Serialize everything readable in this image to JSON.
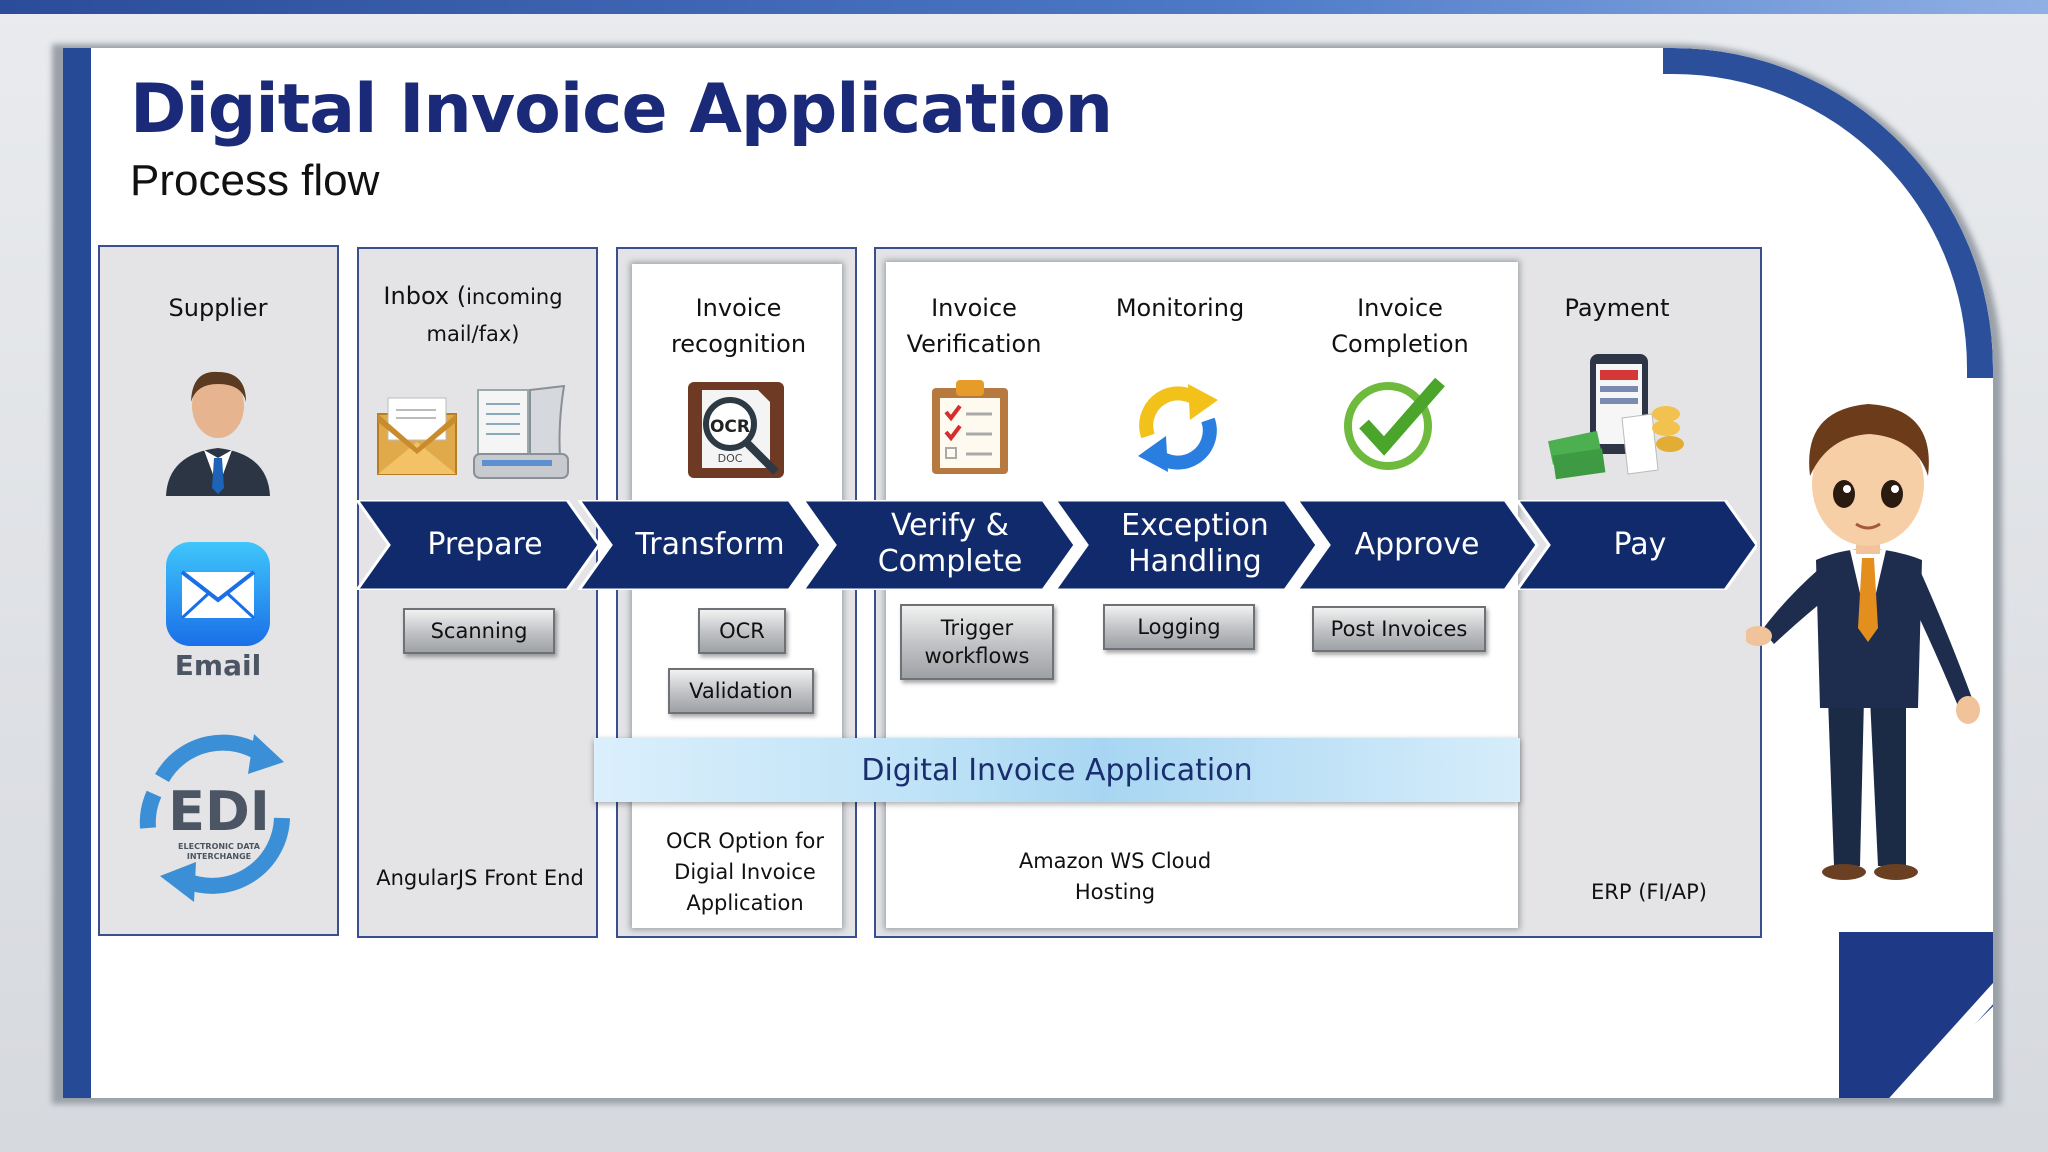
{
  "title": "Digital Invoice Application",
  "subtitle": "Process flow",
  "columns": {
    "supplier": {
      "title": "Supplier",
      "email_label": "Email",
      "edi_text": "EDI",
      "edi_sub": "ELECTRONIC DATA INTERCHANGE"
    },
    "inbox": {
      "title_main": "Inbox (",
      "title_small": "incoming",
      "title_line2": "mail/fax)",
      "footer": "AngularJS Front End"
    },
    "recognition": {
      "title_line1": "Invoice",
      "title_line2": "recognition",
      "ocr_icon_text": "OCR",
      "doc_text": "DOC",
      "footer_line1": "OCR Option for",
      "footer_line2": "Digial Invoice",
      "footer_line3": "Application"
    },
    "verification": {
      "title_line1": "Invoice",
      "title_line2": "Verification"
    },
    "monitoring": {
      "title": "Monitoring"
    },
    "completion": {
      "title_line1": "Invoice",
      "title_line2": "Completion"
    },
    "payment": {
      "title": "Payment",
      "footer": "ERP (FI/AP)"
    },
    "cloud": {
      "footer_line1": "Amazon WS Cloud",
      "footer_line2": "Hosting"
    }
  },
  "arrows": [
    {
      "line1": "Prepare",
      "line2": ""
    },
    {
      "line1": "Transform",
      "line2": ""
    },
    {
      "line1": "Verify &",
      "line2": "Complete"
    },
    {
      "line1": "Exception",
      "line2": "Handling"
    },
    {
      "line1": "Approve",
      "line2": ""
    },
    {
      "line1": "Pay",
      "line2": ""
    }
  ],
  "tags": {
    "scanning": "Scanning",
    "ocr": "OCR",
    "validation": "Validation",
    "trigger_line1": "Trigger",
    "trigger_line2": "workflows",
    "logging": "Logging",
    "post_invoices": "Post Invoices"
  },
  "app_bar": "Digital Invoice Application",
  "colors": {
    "navy": "#102a6b",
    "accent": "#274a96",
    "panel": "#e4e4e6"
  }
}
